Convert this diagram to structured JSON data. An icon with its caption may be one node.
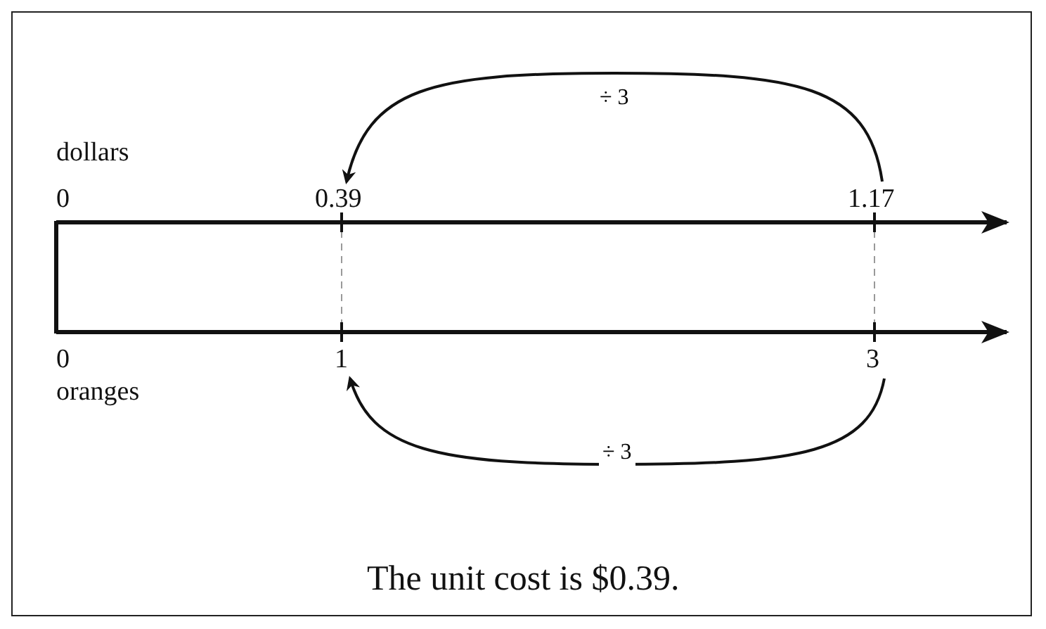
{
  "diagram": {
    "caption": "The unit cost is $0.39.",
    "nodes": [
      {
        "text": [
          "0.39"
        ]
      },
      {
        "text": [
          "1.17"
        ]
      },
      {
        "text": [
          "1"
        ]
      },
      {
        "text": [
          "3"
        ]
      }
    ],
    "edges": [
      {
        "from": 1,
        "to": 0,
        "arrow": "to",
        "label": "÷ 3"
      },
      {
        "from": 3,
        "to": 2,
        "arrow": "to",
        "label": "÷ 3"
      }
    ],
    "labels": [
      "dollars",
      "0",
      "0",
      "oranges"
    ]
  }
}
